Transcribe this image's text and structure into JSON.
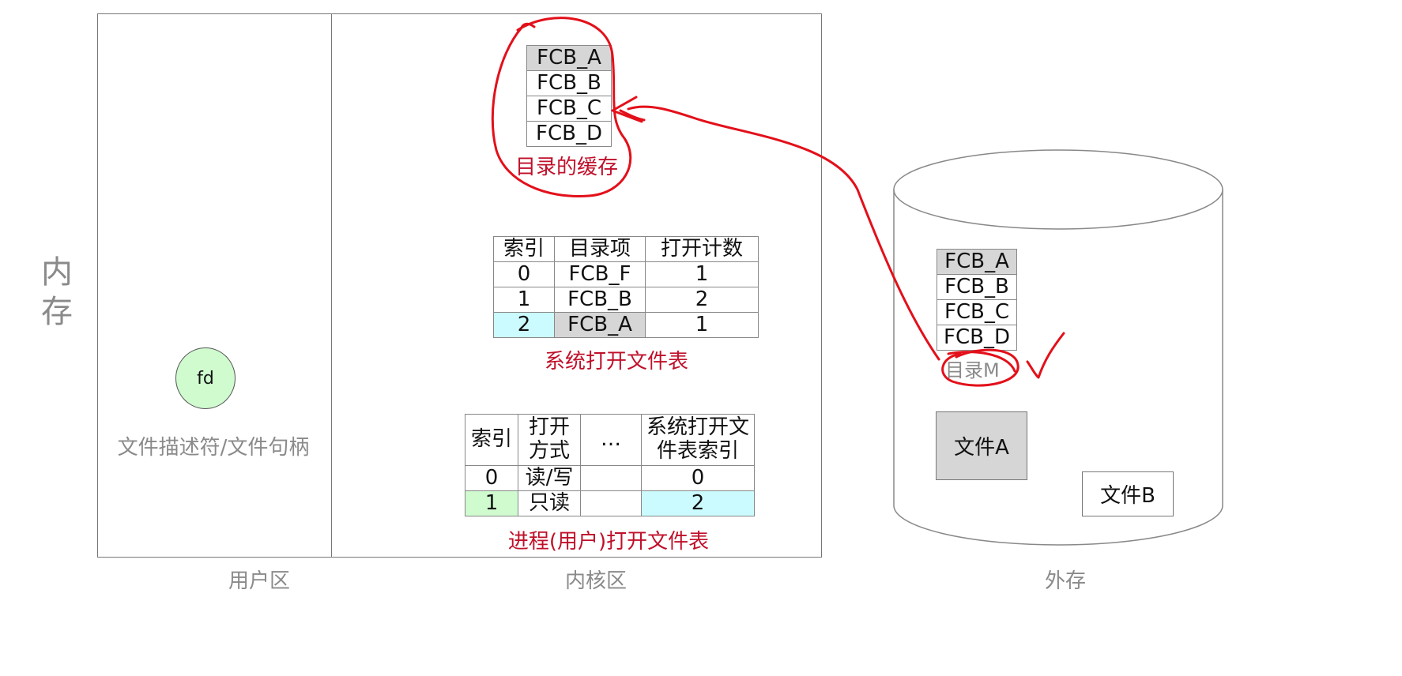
{
  "memory_label_chars": [
    "内",
    "存"
  ],
  "regions": {
    "user": "用户区",
    "kernel": "内核区",
    "external": "外存"
  },
  "fd": {
    "circle_label": "fd",
    "caption": "文件描述符/文件句柄"
  },
  "dir_cache": {
    "rows": [
      "FCB_A",
      "FCB_B",
      "FCB_C",
      "FCB_D"
    ],
    "caption": "目录的缓存"
  },
  "system_open_table": {
    "headers": [
      "索引",
      "目录项",
      "打开计数"
    ],
    "rows": [
      [
        "0",
        "FCB_F",
        "1"
      ],
      [
        "1",
        "FCB_B",
        "2"
      ],
      [
        "2",
        "FCB_A",
        "1"
      ]
    ],
    "caption": "系统打开文件表"
  },
  "process_open_table": {
    "headers": [
      "索引",
      "打开\n方式",
      "…",
      "系统打开文\n件表索引"
    ],
    "rows": [
      [
        "0",
        "读/写",
        "",
        "0"
      ],
      [
        "1",
        "只读",
        "",
        "2"
      ]
    ],
    "caption": "进程(用户)打开文件表"
  },
  "disk": {
    "dir_rows": [
      "FCB_A",
      "FCB_B",
      "FCB_C",
      "FCB_D"
    ],
    "dir_label": "目录M",
    "file_a": "文件A",
    "file_b": "文件B"
  },
  "colors": {
    "annotation_red": "#e3101a",
    "caption_red": "#c0102a",
    "highlight_gray": "#d6d6d6",
    "highlight_cyan": "#ccfbff",
    "highlight_green": "#cffbcf"
  }
}
